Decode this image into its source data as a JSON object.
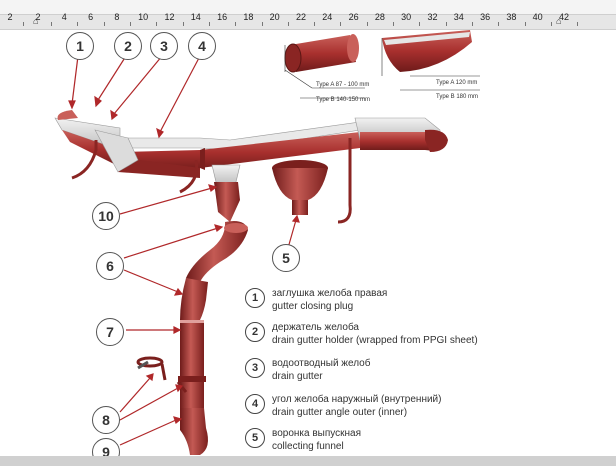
{
  "ruler": {
    "numbers": [
      "2",
      "2",
      "4",
      "6",
      "8",
      "10",
      "12",
      "14",
      "16",
      "18",
      "20",
      "22",
      "24",
      "26",
      "28",
      "30",
      "32",
      "34",
      "36",
      "38",
      "40",
      "42"
    ]
  },
  "dimensions": {
    "pipe_a": "Type A 87 - 100 mm",
    "pipe_b": "Type B 140-150 mm",
    "gutter_a": "Type A 120 mm",
    "gutter_b": "Type B 180 mm"
  },
  "callouts": [
    "1",
    "2",
    "3",
    "4",
    "5",
    "6",
    "7",
    "8",
    "9",
    "10"
  ],
  "legend": [
    {
      "num": "1",
      "ru": "заглушка желоба правая",
      "en": "gutter closing plug"
    },
    {
      "num": "2",
      "ru": "держатель желоба",
      "en": "drain gutter holder (wrapped from PPGI sheet)"
    },
    {
      "num": "3",
      "ru": "водоотводный желоб",
      "en": "drain gutter"
    },
    {
      "num": "4",
      "ru": "угол желоба наружный (внутренний)",
      "en": "drain gutter angle outer (inner)"
    },
    {
      "num": "5",
      "ru": "воронка выпускная",
      "en": "collecting funnel"
    }
  ],
  "colors": {
    "product": "#a8302e",
    "product_dark": "#7a1f1d",
    "product_light": "#c9605a",
    "grey_metal": "#d8d8d8",
    "leader": "#b0282a"
  }
}
